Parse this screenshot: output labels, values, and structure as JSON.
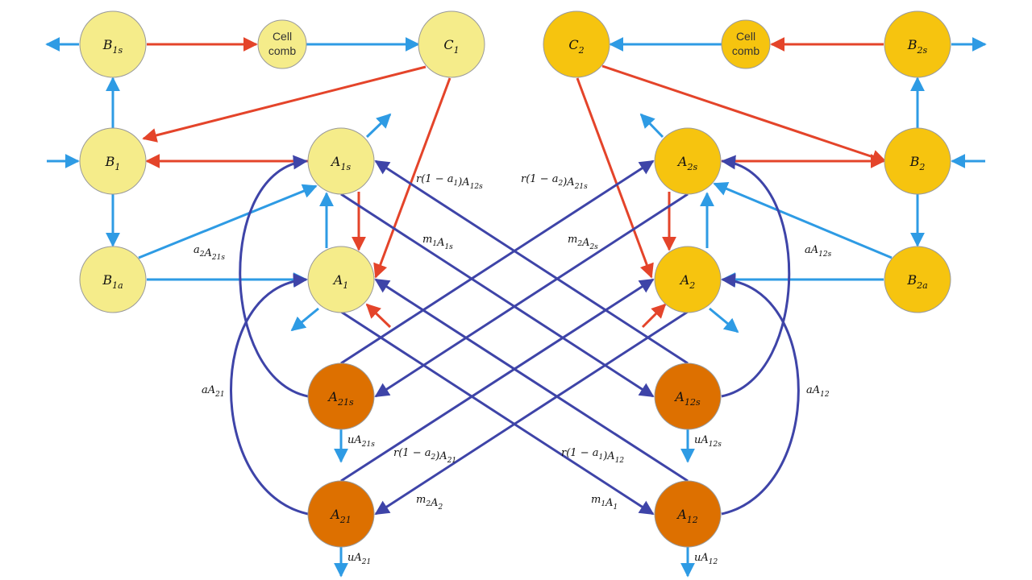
{
  "colors": {
    "pale": "#F5EC8A",
    "gold": "#F6C40F",
    "orange": "#DD7000",
    "blue": "#2E9BE4",
    "red": "#E4442A",
    "indigo": "#3E44A8"
  },
  "nodes": [
    {
      "id": "B1s",
      "main": "B",
      "sub": "1s",
      "fill": "pale"
    },
    {
      "id": "cell1",
      "lines": [
        "Cell",
        "comb"
      ],
      "fill": "pale"
    },
    {
      "id": "C1",
      "main": "C",
      "sub": "1",
      "fill": "pale"
    },
    {
      "id": "C2",
      "main": "C",
      "sub": "2",
      "fill": "gold"
    },
    {
      "id": "cell2",
      "lines": [
        "Cell",
        "comb"
      ],
      "fill": "gold"
    },
    {
      "id": "B2s",
      "main": "B",
      "sub": "2s",
      "fill": "gold"
    },
    {
      "id": "B1",
      "main": "B",
      "sub": "1",
      "fill": "pale"
    },
    {
      "id": "A1s",
      "main": "A",
      "sub": "1s",
      "fill": "pale"
    },
    {
      "id": "A2s",
      "main": "A",
      "sub": "2s",
      "fill": "gold"
    },
    {
      "id": "B2",
      "main": "B",
      "sub": "2",
      "fill": "gold"
    },
    {
      "id": "B1a",
      "main": "B",
      "sub": "1a",
      "fill": "pale"
    },
    {
      "id": "A1",
      "main": "A",
      "sub": "1",
      "fill": "pale"
    },
    {
      "id": "A2",
      "main": "A",
      "sub": "2",
      "fill": "gold"
    },
    {
      "id": "B2a",
      "main": "B",
      "sub": "2a",
      "fill": "gold"
    },
    {
      "id": "A21s",
      "main": "A",
      "sub": "21s",
      "fill": "orange"
    },
    {
      "id": "A12s",
      "main": "A",
      "sub": "12s",
      "fill": "orange"
    },
    {
      "id": "A21",
      "main": "A",
      "sub": "21",
      "fill": "orange"
    },
    {
      "id": "A12",
      "main": "A",
      "sub": "12",
      "fill": "orange"
    }
  ],
  "edge_labels": [
    {
      "id": "r1",
      "parts": [
        [
          "r(1 − ",
          ""
        ],
        [
          "a",
          "1"
        ],
        [
          ")",
          ""
        ],
        [
          "A",
          "12s"
        ]
      ]
    },
    {
      "id": "r2",
      "parts": [
        [
          "r(1 − ",
          ""
        ],
        [
          "a",
          "2"
        ],
        [
          ")",
          ""
        ],
        [
          "A",
          "21s"
        ]
      ]
    },
    {
      "id": "a2A21s",
      "parts": [
        [
          "a",
          "2"
        ],
        [
          "A",
          "21s"
        ]
      ]
    },
    {
      "id": "m1A1s",
      "parts": [
        [
          "m",
          "1"
        ],
        [
          "A",
          "1s"
        ]
      ]
    },
    {
      "id": "m2A2s",
      "parts": [
        [
          "m",
          "2"
        ],
        [
          "A",
          "2s"
        ]
      ]
    },
    {
      "id": "aA12s",
      "parts": [
        [
          "aA",
          "12s"
        ]
      ]
    },
    {
      "id": "aA21",
      "parts": [
        [
          "aA",
          "21"
        ]
      ]
    },
    {
      "id": "aA12",
      "parts": [
        [
          "aA",
          "12"
        ]
      ]
    },
    {
      "id": "uA21s",
      "parts": [
        [
          "uA",
          "21s"
        ]
      ]
    },
    {
      "id": "uA12s",
      "parts": [
        [
          "uA",
          "12s"
        ]
      ]
    },
    {
      "id": "r3",
      "parts": [
        [
          "r(1 − ",
          ""
        ],
        [
          "a",
          "2"
        ],
        [
          ")",
          ""
        ],
        [
          "A",
          "21"
        ]
      ]
    },
    {
      "id": "r4",
      "parts": [
        [
          "r(1 − ",
          ""
        ],
        [
          "a",
          "1"
        ],
        [
          ")",
          ""
        ],
        [
          "A",
          "12"
        ]
      ]
    },
    {
      "id": "m2A2",
      "parts": [
        [
          "m",
          "2"
        ],
        [
          "A",
          "2"
        ]
      ]
    },
    {
      "id": "m1A1",
      "parts": [
        [
          "m",
          "1"
        ],
        [
          "A",
          "1"
        ]
      ]
    },
    {
      "id": "uA21",
      "parts": [
        [
          "uA",
          "21"
        ]
      ]
    },
    {
      "id": "uA12",
      "parts": [
        [
          "uA",
          "12"
        ]
      ]
    }
  ]
}
